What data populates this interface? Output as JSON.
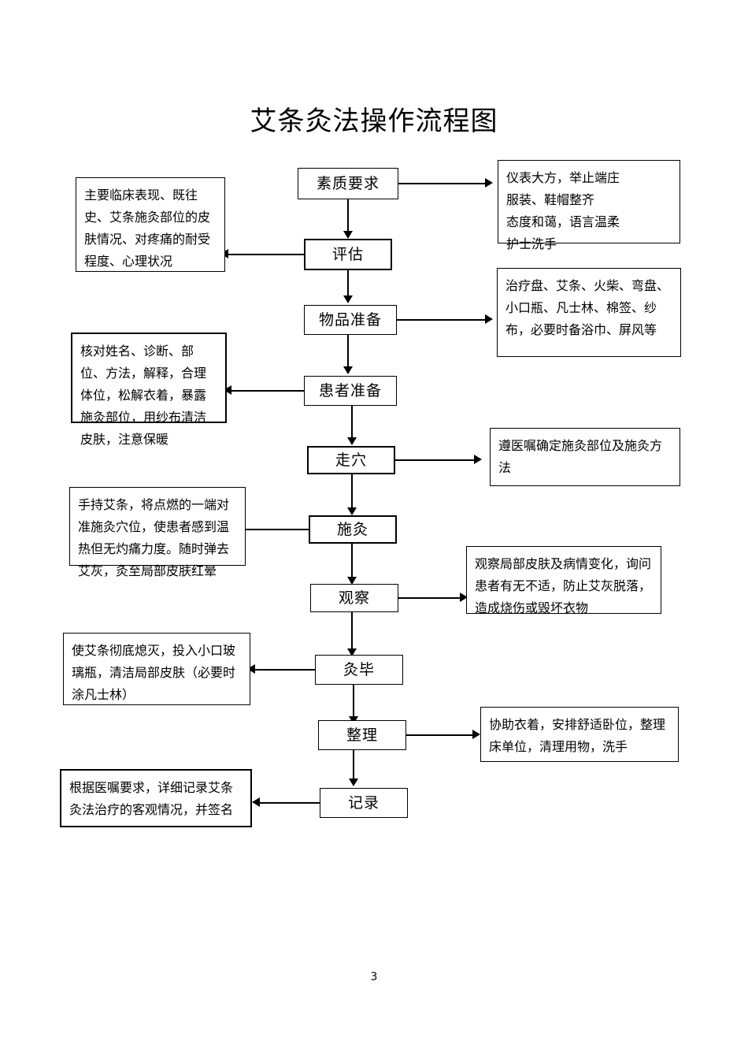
{
  "document": {
    "title": "艾条灸法操作流程图",
    "page_number": "3"
  },
  "flow": {
    "nodes": [
      {
        "id": "quality",
        "label": "素质要求"
      },
      {
        "id": "assess",
        "label": "评估"
      },
      {
        "id": "supplies",
        "label": "物品准备"
      },
      {
        "id": "patient",
        "label": "患者准备"
      },
      {
        "id": "acupoint",
        "label": "走穴"
      },
      {
        "id": "moxa",
        "label": "施灸"
      },
      {
        "id": "observe",
        "label": "观察"
      },
      {
        "id": "finish",
        "label": "灸毕"
      },
      {
        "id": "tidy",
        "label": "整理"
      },
      {
        "id": "record",
        "label": "记录"
      }
    ],
    "annotations": [
      {
        "id": "quality-detail",
        "side": "right",
        "text": "仪表大方，举止端庄\n服装、鞋帽整齐\n态度和蔼，语言温柔\n护士洗手"
      },
      {
        "id": "assess-detail",
        "side": "left",
        "text": "主要临床表现、既往史、艾条施灸部位的皮肤情况、对疼痛的耐受程度、心理状况"
      },
      {
        "id": "supplies-detail",
        "side": "right",
        "text": "治疗盘、艾条、火柴、弯盘、小口瓶、凡士林、棉签、纱布，必要时备浴巾、屏风等"
      },
      {
        "id": "patient-detail",
        "side": "left",
        "text": "核对姓名、诊断、部位、方法，解释，合理体位，松解衣着，暴露施灸部位，用纱布清洁皮肤，注意保暖"
      },
      {
        "id": "acupoint-detail",
        "side": "right",
        "text": "遵医嘱确定施灸部位及施灸方法"
      },
      {
        "id": "moxa-detail",
        "side": "left",
        "text": "手持艾条，将点燃的一端对准施灸穴位，使患者感到温热但无灼痛力度。随时弹去艾灰，灸至局部皮肤红晕"
      },
      {
        "id": "observe-detail",
        "side": "right",
        "text": "观察局部皮肤及病情变化，询问患者有无不适，防止艾灰脱落，造成烧伤或毁坏衣物"
      },
      {
        "id": "finish-detail",
        "side": "left",
        "text": "使艾条彻底熄灭，投入小口玻璃瓶，清洁局部皮肤（必要时涂凡士林）"
      },
      {
        "id": "tidy-detail",
        "side": "right",
        "text": "协助衣着，安排舒适卧位，整理床单位，清理用物，洗手"
      },
      {
        "id": "record-detail",
        "side": "left",
        "text": "根据医嘱要求，详细记录艾条灸法治疗的客观情况，并签名"
      }
    ]
  },
  "colors": {
    "ink": "#000000",
    "paper": "#ffffff"
  }
}
